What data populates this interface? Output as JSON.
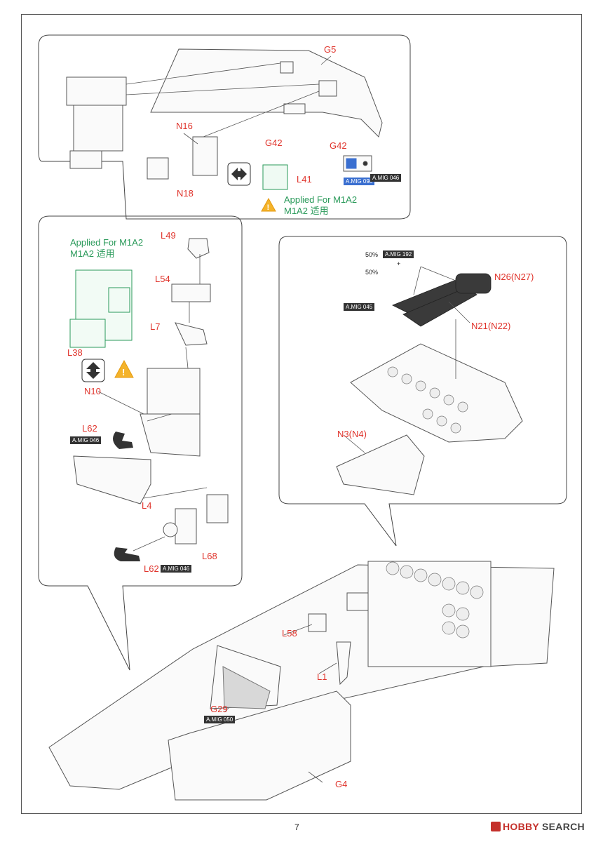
{
  "labels": {
    "g5": "G5",
    "n16": "N16",
    "g42_top": "G42",
    "g42_paint": "G42",
    "n18": "N18",
    "l41": "L41",
    "l49": "L49",
    "l54": "L54",
    "l7": "L7",
    "l38": "L38",
    "n10": "N10",
    "l62_a": "L62",
    "l4": "L4",
    "l68": "L68",
    "l62_b": "L62",
    "n26": "N26(N27)",
    "n21": "N21(N22)",
    "n3": "N3(N4)",
    "l58": "L58",
    "l1": "L1",
    "g29": "G29",
    "g4": "G4"
  },
  "notes": {
    "applied_top_line1": "Applied For M1A2",
    "applied_top_line2": "M1A2 适用",
    "applied_left_line1": "Applied For M1A2",
    "applied_left_line2": "M1A2 适用"
  },
  "paints": {
    "mig098": "A.MIG 098",
    "mig046_top": "A.MIG 046",
    "mig192": "A.MIG 192",
    "mig045": "A.MIG 045",
    "mig046_l62a": "A.MIG 046",
    "mig046_l62b": "A.MIG 046",
    "mig050": "A.MIG 050"
  },
  "mix": {
    "pct1": "50%",
    "plus": "+",
    "pct2": "50%"
  },
  "footer": {
    "page_number": "7",
    "brand_hobby": "HOBBY",
    "brand_search": "SEARCH"
  },
  "colors": {
    "part_label": "#e0342c",
    "note_green": "#2a9a5a",
    "paint_dark": "#333333",
    "paint_blue": "#3a6fd0"
  },
  "icons": [
    "warning-icon",
    "swap-arrow-icon",
    "up-down-arrow-icon"
  ]
}
